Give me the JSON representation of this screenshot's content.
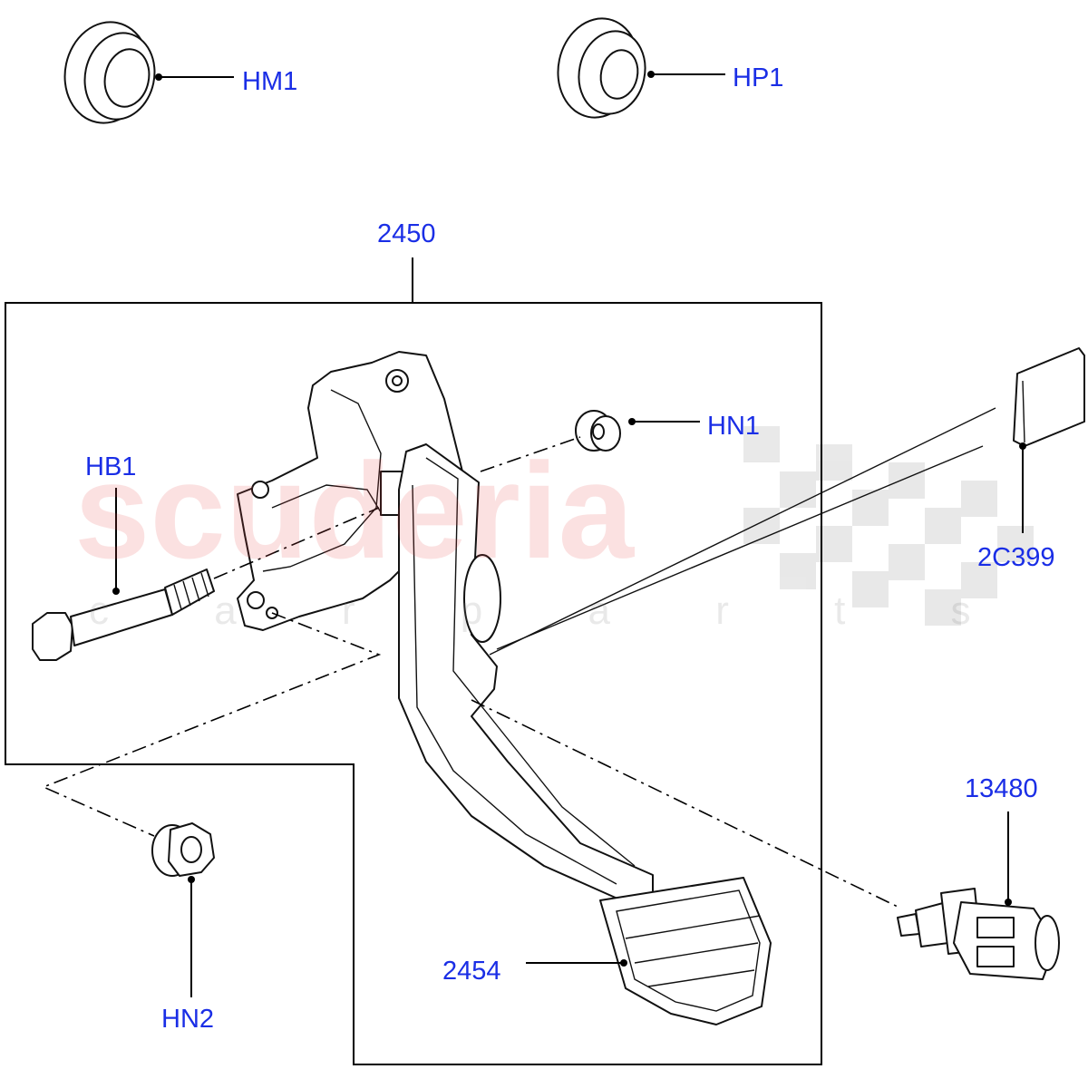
{
  "watermark": {
    "main": "scuderia",
    "sub": "c a r p a r t s"
  },
  "callouts": {
    "hm1": "HM1",
    "hp1": "HP1",
    "n2450": "2450",
    "hn1": "HN1",
    "hb1": "HB1",
    "n2c399": "2C399",
    "n13480": "13480",
    "n2454": "2454",
    "hn2": "HN2"
  },
  "colors": {
    "callout_text": "#1a2ee6",
    "line_art": "#111111",
    "watermark_red": "#e64646"
  }
}
